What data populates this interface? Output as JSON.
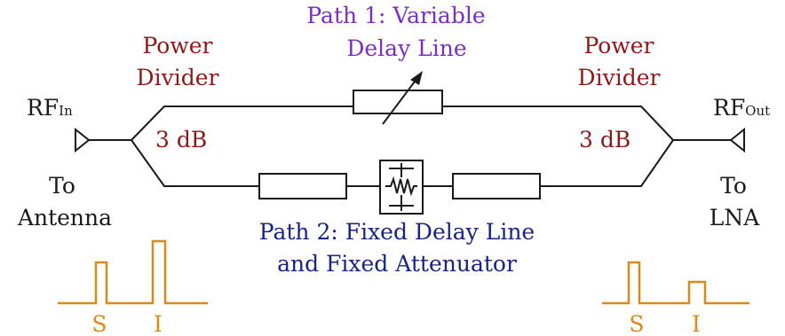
{
  "labels": {
    "rf_in_main": "RF",
    "rf_in_sub": "In",
    "rf_out_main": "RF",
    "rf_out_sub": "Out",
    "left_divider_line1": "Power",
    "left_divider_line2": "Divider",
    "right_divider_line1": "Power",
    "right_divider_line2": "Divider",
    "left_3db": "3 dB",
    "right_3db": "3 dB",
    "path1_line1": "Path 1: Variable",
    "path1_line2": "Delay Line",
    "path2_line1": "Path 2: Fixed Delay Line",
    "path2_line2": "and Fixed Attenuator",
    "to_antenna_line1": "To",
    "to_antenna_line2": "Antenna",
    "to_lna_line1": "To",
    "to_lna_line2": "LNA",
    "left_pulse_s": "S",
    "left_pulse_i": "I",
    "right_pulse_s": "S",
    "right_pulse_i": "I"
  },
  "colors": {
    "divider_text": "#8b1a1a",
    "path1_text": "#7b2fbe",
    "path2_text": "#1a237e",
    "pulse": "#d98a1c",
    "wire": "#1a1a1a"
  }
}
